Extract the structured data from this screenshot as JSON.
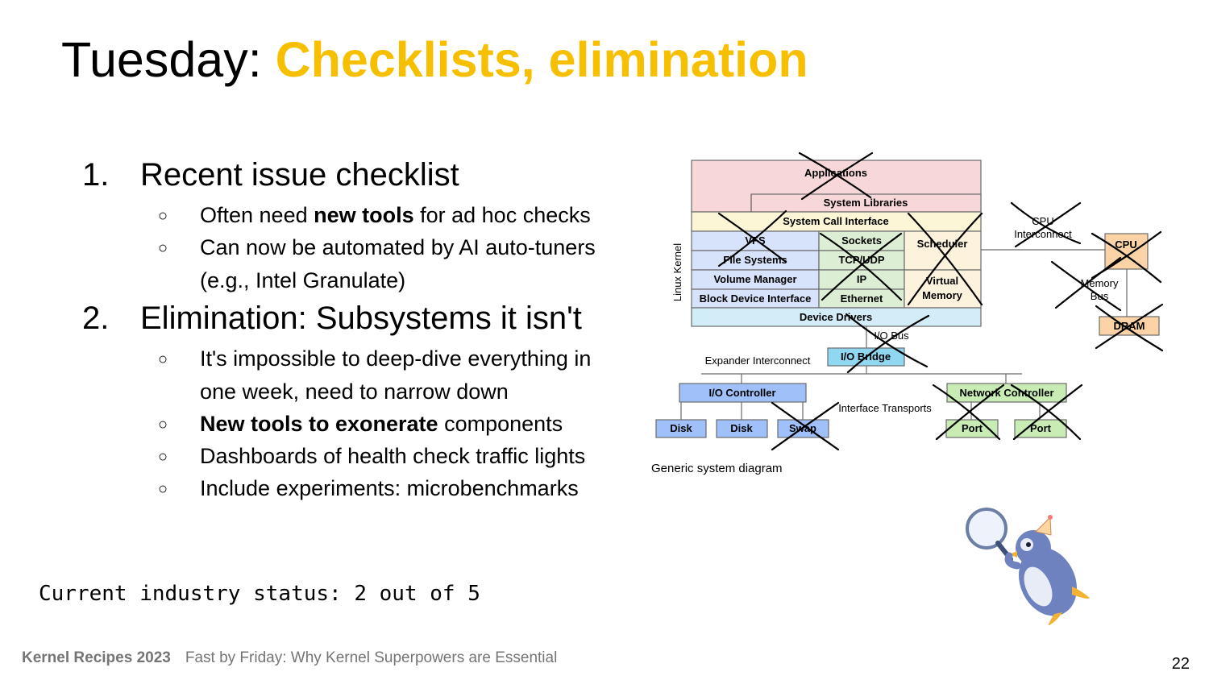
{
  "title": {
    "prefix": "Tuesday: ",
    "accent": "Checklists, elimination"
  },
  "items": [
    {
      "num": "1.",
      "text": "Recent issue checklist",
      "bullets": [
        {
          "bold": "",
          "pre": "Often need ",
          "strong": "new tools",
          "post": " for ad hoc checks"
        },
        {
          "pre": "Can now be automated by AI auto-tuners",
          "strong": "",
          "post": ""
        },
        {
          "pre": "(e.g., Intel Granulate)",
          "strong": "",
          "post": ""
        }
      ]
    },
    {
      "num": "2.",
      "text": "Elimination: Subsystems it isn't",
      "bullets": [
        {
          "pre": "It's impossible to deep-dive everything in",
          "strong": "",
          "post": ""
        },
        {
          "pre": "one week, need to narrow down",
          "strong": "",
          "post": ""
        },
        {
          "pre": "",
          "strong": "New tools to exonerate",
          "post": " components"
        },
        {
          "pre": "Dashboards of health check traffic lights",
          "strong": "",
          "post": ""
        },
        {
          "pre": "Include experiments: microbenchmarks",
          "strong": "",
          "post": ""
        }
      ]
    }
  ],
  "bullet_symbol": "○",
  "status": "Current industry status: 2 out of 5",
  "footer": {
    "event": "Kernel Recipes 2023",
    "talk": "Fast by Friday: Why Kernel Superpowers are Essential"
  },
  "page_number": "22",
  "diagram": {
    "caption": "Generic system diagram",
    "kernel_label": "Linux Kernel",
    "applications": "Applications",
    "system_libraries": "System Libraries",
    "system_call_interface": "System Call Interface",
    "vfs": "VFS",
    "file_systems": "File Systems",
    "volume_manager": "Volume Manager",
    "block_device_interface": "Block Device Interface",
    "sockets": "Sockets",
    "tcp_udp": "TCP/UDP",
    "ip": "IP",
    "ethernet": "Ethernet",
    "scheduler": "Scheduler",
    "virtual_memory_1": "Virtual",
    "virtual_memory_2": "Memory",
    "device_drivers": "Device Drivers",
    "io_bus": "I/O Bus",
    "io_bridge": "I/O Bridge",
    "expander_interconnect": "Expander Interconnect",
    "io_controller": "I/O Controller",
    "disk1": "Disk",
    "disk2": "Disk",
    "swap": "Swap",
    "interface_transports": "Interface Transports",
    "network_controller": "Network Controller",
    "port1": "Port",
    "port2": "Port",
    "cpu_interconnect_1": "CPU",
    "cpu_interconnect_2": "Interconnect",
    "cpu": "CPU",
    "memory_bus_1": "Memory",
    "memory_bus_2": "Bus",
    "dram": "DRAM",
    "colors": {
      "applications": "#f8d7d8",
      "syscall": "#fdf6d6",
      "storage": "#d7e3fb",
      "network": "#dcefd5",
      "scheduler": "#fdf2dc",
      "drivers": "#d2ecf8",
      "io_bridge": "#90d7f2",
      "io_controller": "#9fc0f8",
      "ports": "#c8ecb4",
      "cpu": "#fbd3a6",
      "dram": "#fbd3a6"
    }
  }
}
